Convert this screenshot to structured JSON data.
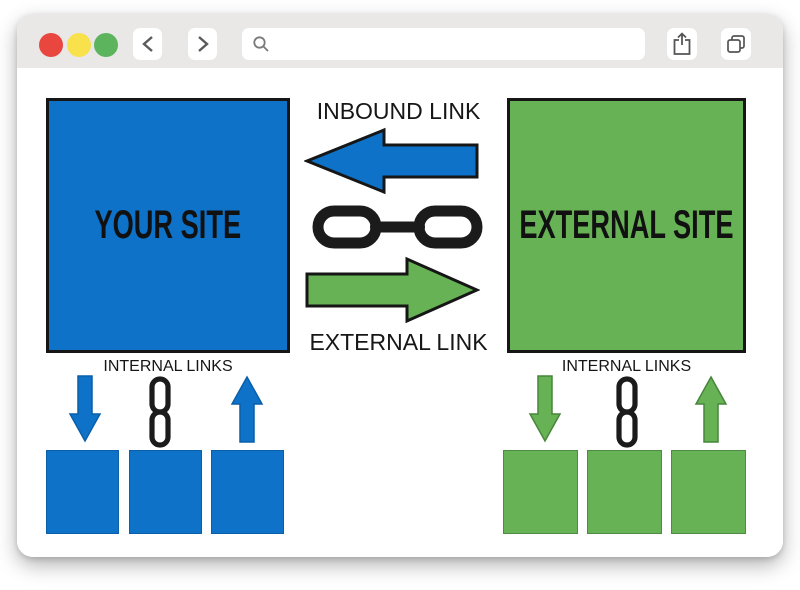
{
  "browser": {
    "traffic_lights": [
      {
        "name": "close-light",
        "color": "#e8463f"
      },
      {
        "name": "minimize-light",
        "color": "#f8e14b"
      },
      {
        "name": "expand-light",
        "color": "#5cb45c"
      }
    ],
    "back_icon": "chevron-left",
    "forward_icon": "chevron-right",
    "search": {
      "value": "",
      "icon": "magnifier"
    },
    "share_icon": "share-up-arrow",
    "tabs_icon": "stacked-windows"
  },
  "diagram": {
    "inbound_link_label": "INBOUND LINK",
    "external_link_label": "EXTERNAL LINK",
    "your_site": {
      "label": "YOUR SITE",
      "color": "#0d72c8"
    },
    "external_site": {
      "label": "EXTERNAL SITE",
      "color": "#66b254"
    },
    "center_icon": "chain-links",
    "left_internal_links": {
      "label": "INTERNAL LINKS",
      "page_count": 3,
      "color": "#0d72c8"
    },
    "right_internal_links": {
      "label": "INTERNAL LINKS",
      "page_count": 3,
      "color": "#66b254"
    },
    "outline_color": "#161616"
  }
}
